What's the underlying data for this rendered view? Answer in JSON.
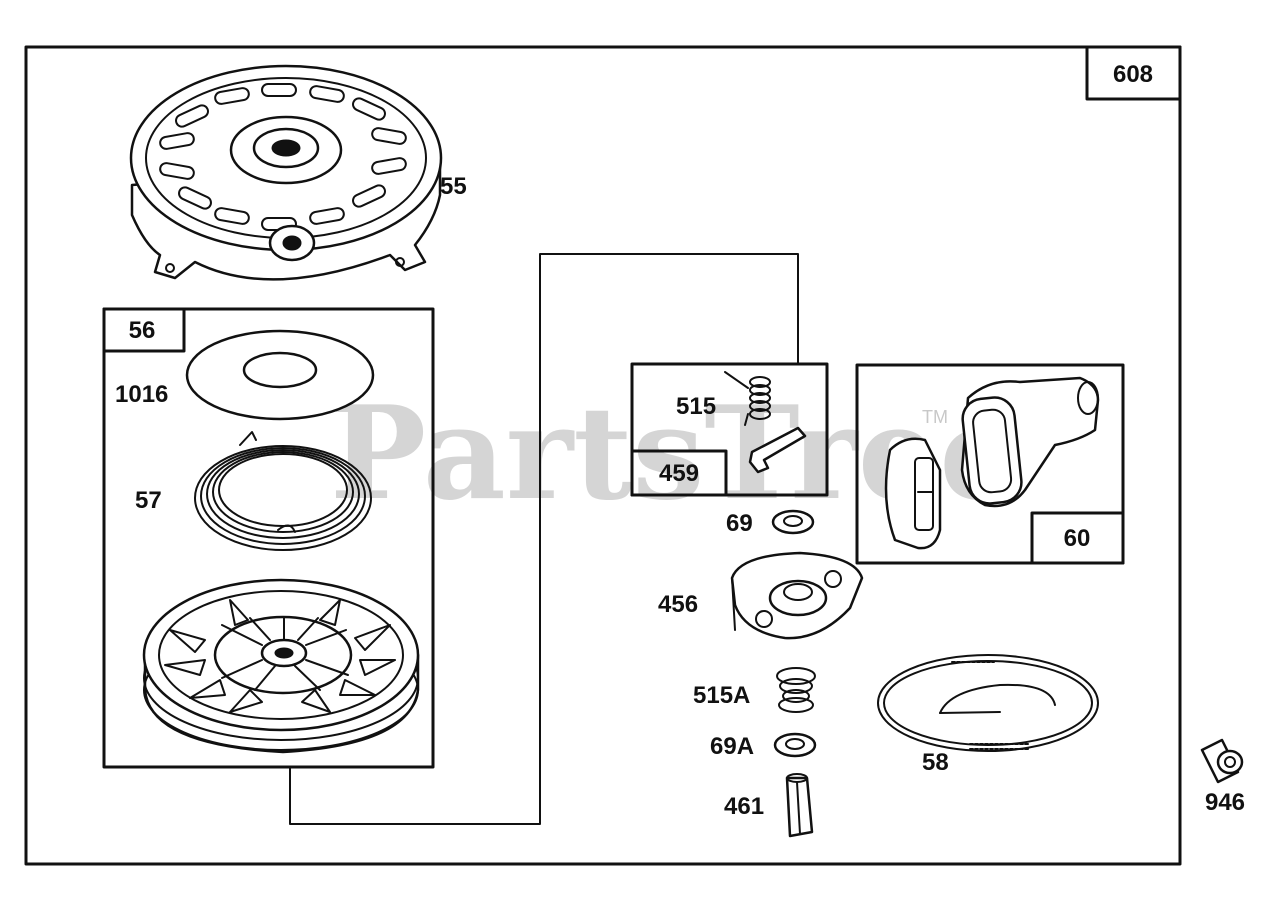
{
  "diagram": {
    "assembly_label": "608",
    "watermark": "PartsTree",
    "trademark": "TM",
    "parts": [
      {
        "id": "55",
        "name": "blower-housing"
      },
      {
        "id": "56",
        "name": "pulley-kit-box"
      },
      {
        "id": "1016",
        "name": "spring-cover"
      },
      {
        "id": "57",
        "name": "rewind-spring"
      },
      {
        "id": "515",
        "name": "pawl-spring"
      },
      {
        "id": "459",
        "name": "pawl-kit-box"
      },
      {
        "id": "60",
        "name": "starter-handle-box"
      },
      {
        "id": "69",
        "name": "washer"
      },
      {
        "id": "456",
        "name": "retainer"
      },
      {
        "id": "515A",
        "name": "retainer-spring"
      },
      {
        "id": "69A",
        "name": "washer"
      },
      {
        "id": "461",
        "name": "retainer-pin"
      },
      {
        "id": "58",
        "name": "starter-rope"
      },
      {
        "id": "946",
        "name": "bushing"
      }
    ]
  }
}
